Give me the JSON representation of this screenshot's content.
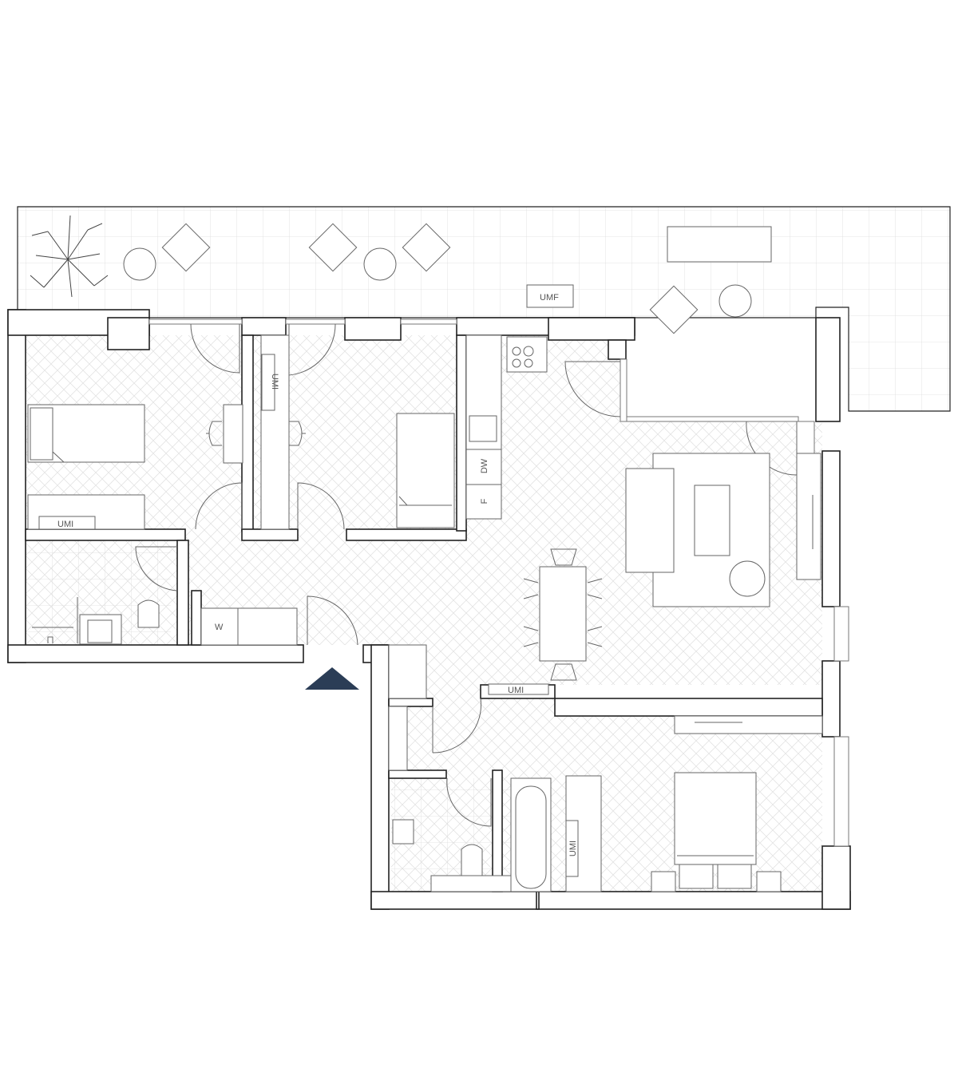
{
  "plan": {
    "labels": {
      "balcony_outdoor_unit": "UMF",
      "bedroom1_unit": "UMI",
      "bedroom2_unit": "UMI",
      "hall_unit": "UMI",
      "bedroom3_unit": "UMI",
      "washer": "W",
      "dishwasher": "DW",
      "fridge": "F"
    },
    "colors": {
      "entrance_marker": "#2b3d56",
      "walls": "#222222",
      "floor_hatch": "#dddddd"
    }
  }
}
